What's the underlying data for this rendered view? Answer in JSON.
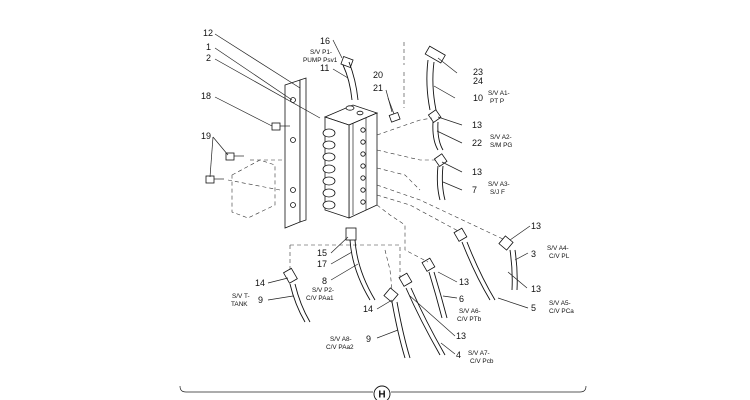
{
  "callouts": {
    "c12": "12",
    "c1": "1",
    "c2": "2",
    "c18": "18",
    "c19": "19",
    "c16": "16",
    "c11": "11",
    "c20": "20",
    "c21": "21",
    "c23": "23",
    "c24": "24",
    "c10": "10",
    "c13a": "13",
    "c22": "22",
    "c13b": "13",
    "c7": "7",
    "c13c": "13",
    "c3": "3",
    "c13d": "13",
    "c5": "5",
    "c15": "15",
    "c17": "17",
    "c8": "8",
    "c14a": "14",
    "c9a": "9",
    "c13e": "13",
    "c6": "6",
    "c13f": "13",
    "c14b": "14",
    "c9b": "9",
    "c4": "4"
  },
  "labels": {
    "p1_line1": "S/V P1-",
    "p1_line2": "PUMP Psv1",
    "a1_line1": "S/V A1-",
    "a1_line2": "PT P",
    "a2_line1": "S/V A2-",
    "a2_line2": "S/M PG",
    "a3_line1": "S/V A3-",
    "a3_line2": "S/J F",
    "a4_line1": "S/V A4-",
    "a4_line2": "C/V PL",
    "a5_line1": "S/V A5-",
    "a5_line2": "C/V PCa",
    "a6_line1": "S/V A6-",
    "a6_line2": "C/V PTb",
    "a7_line1": "S/V A7-",
    "a7_line2": "C/V Pcb",
    "a8_line1": "S/V A8-",
    "a8_line2": "C/V PAa2",
    "p2_line1": "S/V P2-",
    "p2_line2": "C/V PAa1",
    "t_line1": "S/V T-",
    "t_line2": "TANK"
  },
  "section_marker": "H"
}
